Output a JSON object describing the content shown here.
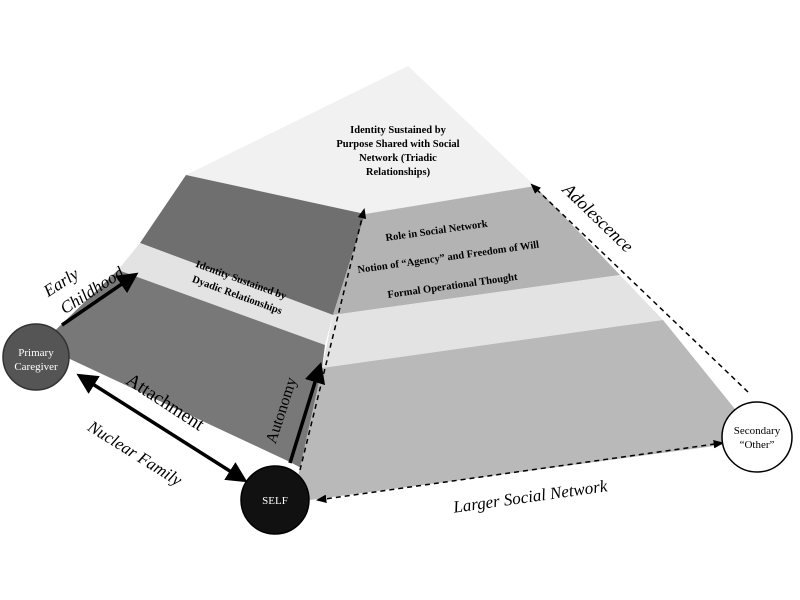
{
  "levels": {
    "top": {
      "lines": [
        "Identity Sustained by",
        "Purpose Shared with Social",
        "Network (Triadic",
        "Relationships)"
      ]
    },
    "dyadic": {
      "lines": [
        "Identity Sustained by",
        "Dyadic Relationships"
      ]
    },
    "right_band": {
      "role": "Role in Social Network",
      "agency": "Notion of “Agency”  and  Freedom of Will",
      "formal": "Formal Operational Thought"
    }
  },
  "edge_labels": {
    "attachment": "Attachment",
    "autonomy": "Autonomy",
    "adolescence": "Adolescence",
    "early_childhood": [
      "Early",
      "Childhood"
    ],
    "nuclear_family": "Nuclear Family",
    "larger_social_network": "Larger Social Network"
  },
  "nodes": {
    "primary_caregiver": [
      "Primary",
      "Caregiver"
    ],
    "self": "SELF",
    "secondary_other": [
      "Secondary",
      "“Other”"
    ]
  },
  "colors": {
    "apex": "#f1f1f1",
    "dark_band": "#6f6f6f",
    "light_band": "#e3e3e3",
    "mid_band": "#b3b3b3",
    "left_face": "#787878",
    "right_face": "#b9b9b9",
    "caregiver_fill": "#555555",
    "self_fill": "#111111",
    "other_fill": "#ffffff"
  }
}
